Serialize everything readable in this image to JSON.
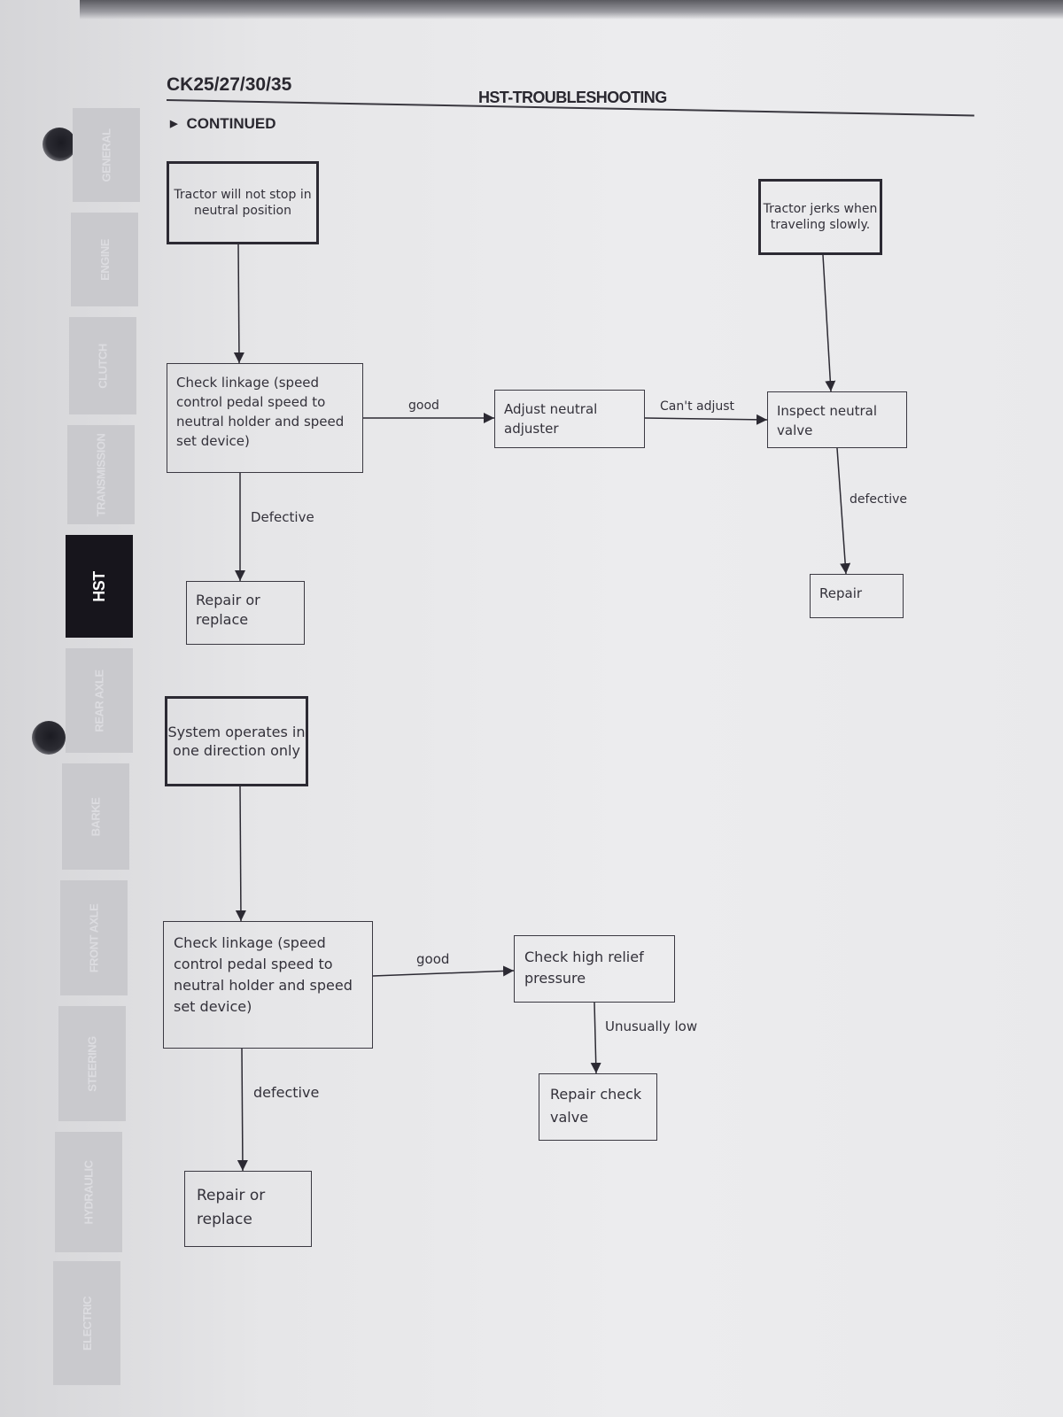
{
  "header": {
    "model": "CK25/27/30/35",
    "section_title": "HST-TROUBLESHOOTING",
    "continued": "CONTINUED"
  },
  "tabs": [
    "GENERAL",
    "ENGINE",
    "CLUTCH",
    "TRANSMISSION",
    "HST",
    "REAR AXLE",
    "BARKE",
    "FRONT AXLE",
    "STEERING",
    "HYDRAULIC",
    "ELECTRIC"
  ],
  "active_tab": "HST",
  "flow1": {
    "start": "Tractor will not stop in neutral position",
    "check": "Check linkage (speed control pedal speed to neutral holder and speed set device)",
    "good_label": "good",
    "adjust": "Adjust neutral adjuster",
    "cant_adjust_label": "Can't adjust",
    "defective_label": "Defective",
    "repair_replace": "Repair or replace"
  },
  "flow2": {
    "start": "Tractor jerks when traveling slowly.",
    "inspect": "Inspect neutral valve",
    "defective_label": "defective",
    "repair": "Repair"
  },
  "flow3": {
    "start": "System operates in one direction only",
    "check": "Check linkage (speed control pedal speed to neutral holder and speed set device)",
    "good_label": "good",
    "relief": "Check high relief pressure",
    "low_label": "Unusually low",
    "repair_check": "Repair check valve",
    "defective_label": "defective",
    "repair_replace": "Repair or replace"
  }
}
